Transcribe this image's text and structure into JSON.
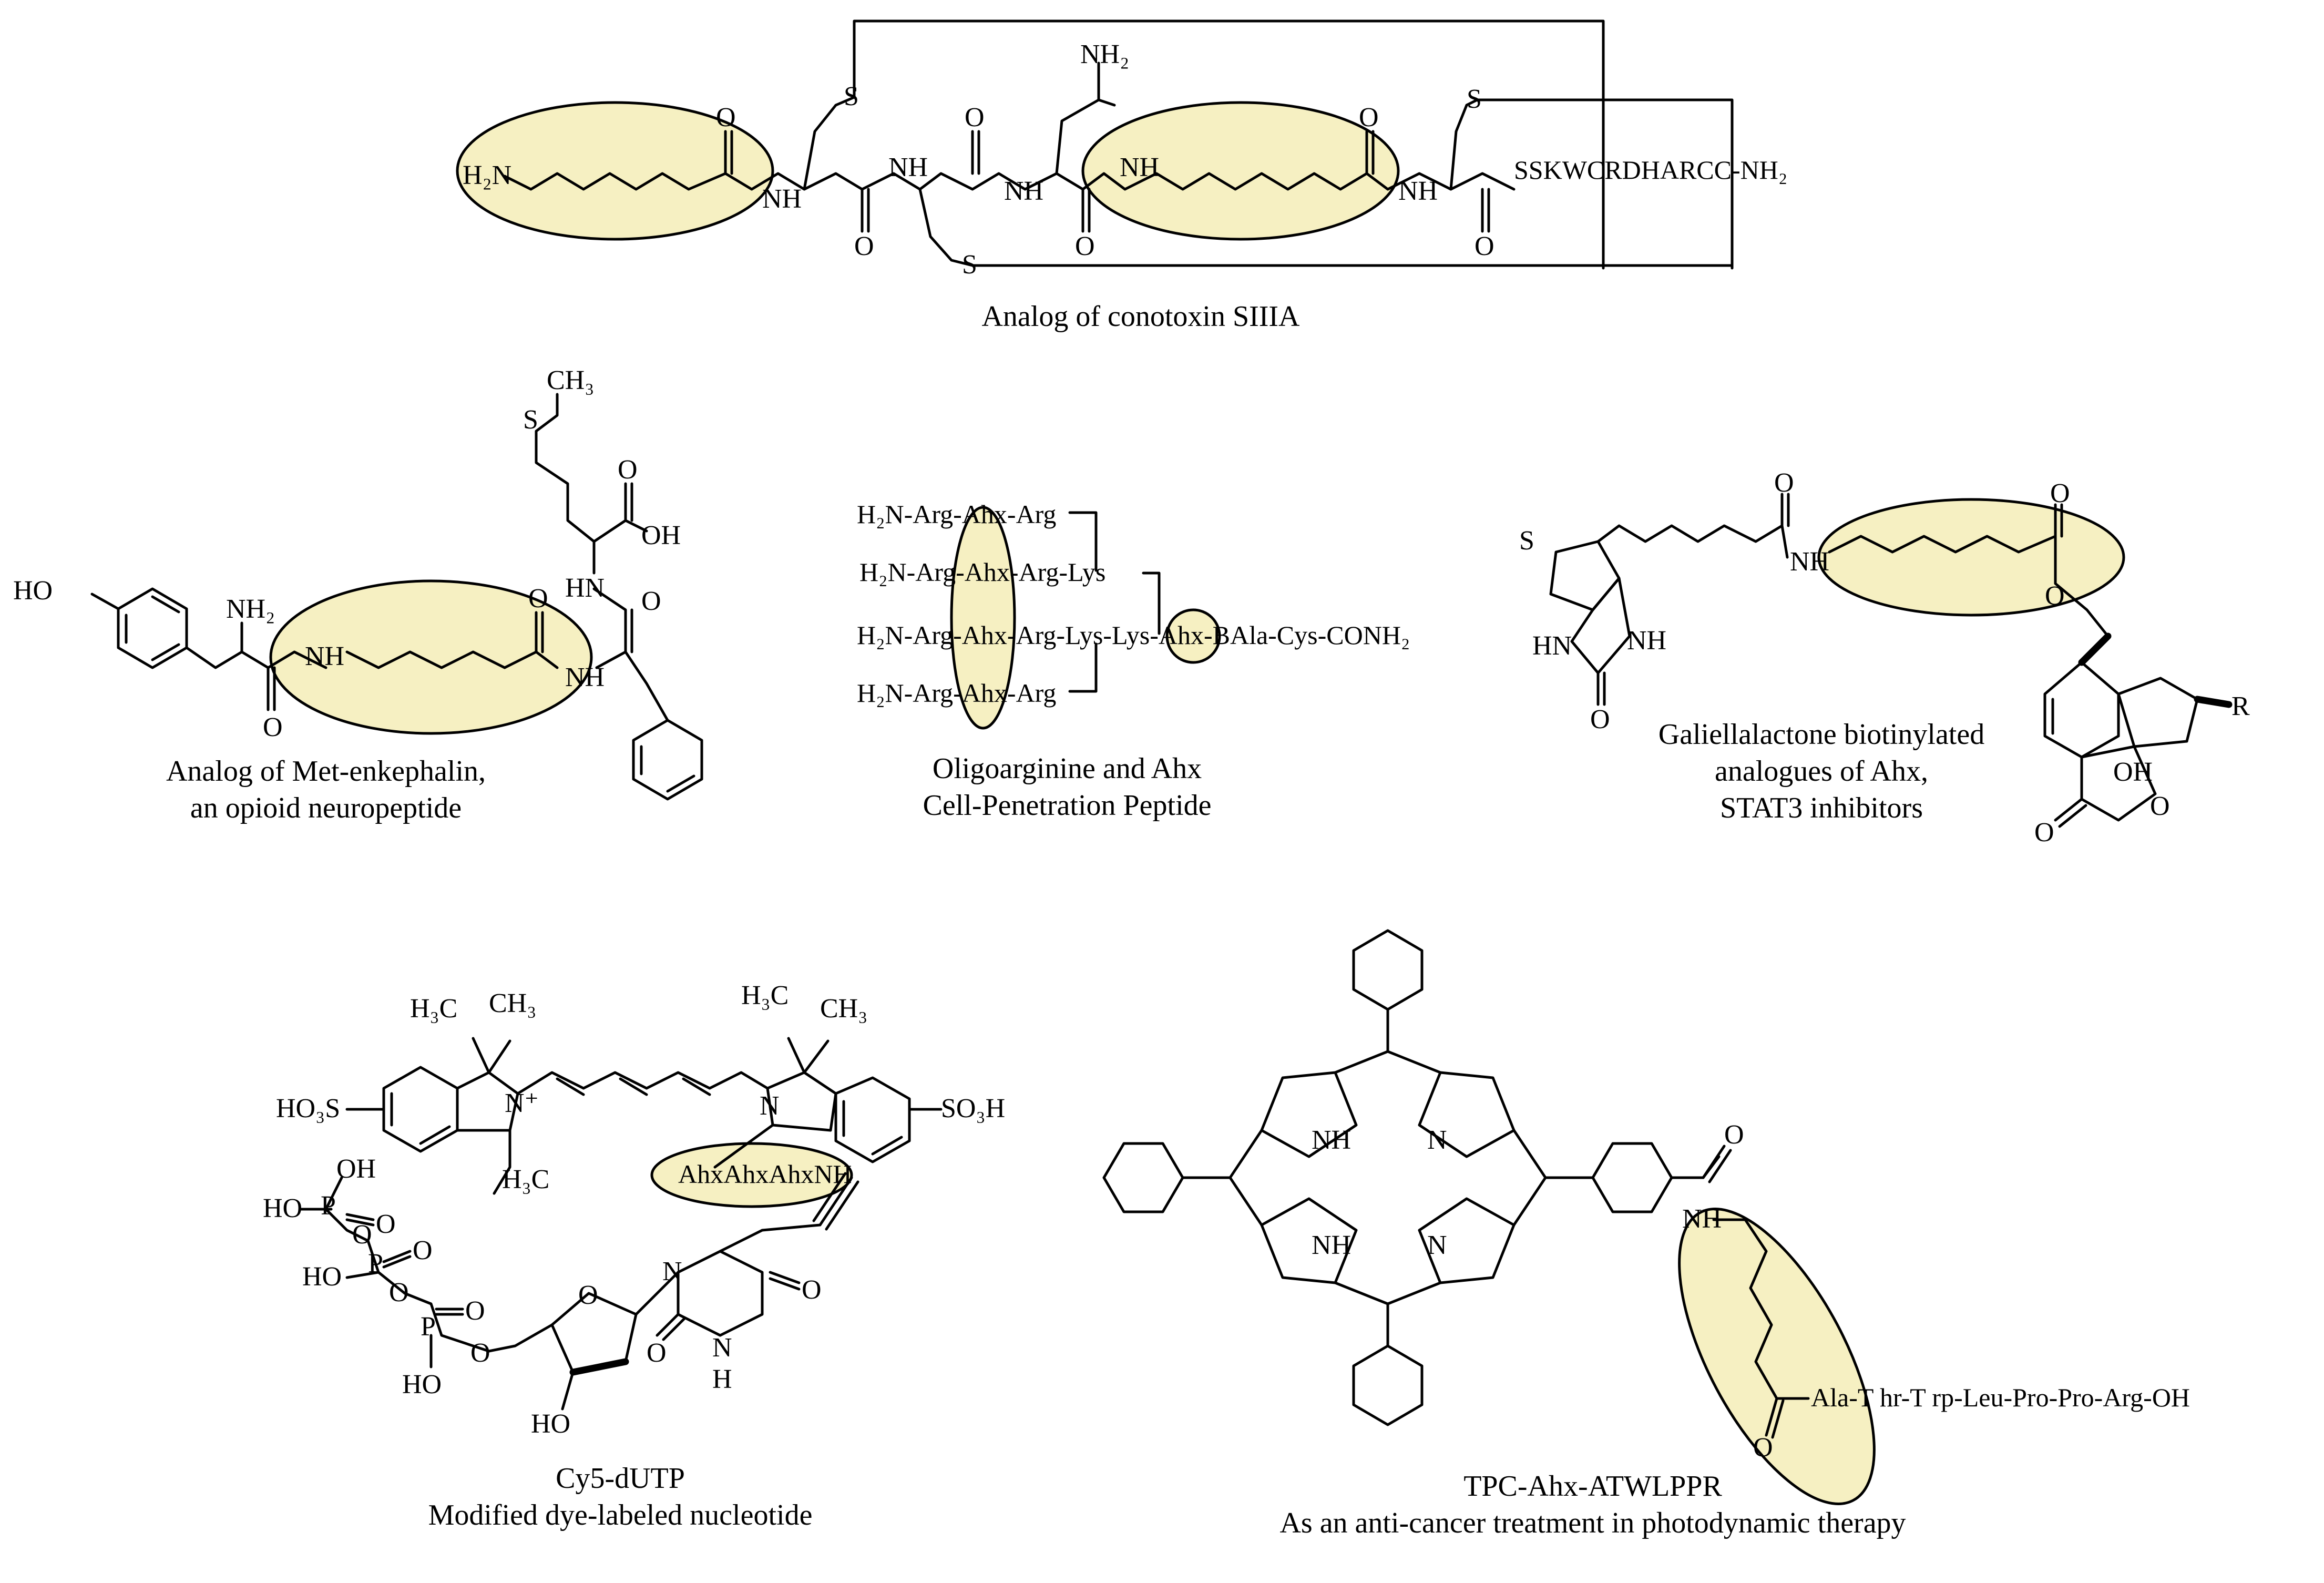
{
  "highlight_color": "#f6f0c2",
  "line_color": "#000000",
  "captions": {
    "conotoxin": "Analog of conotoxin SIIIA",
    "enkephalin_1": "Analog of  Met-enkephalin,",
    "enkephalin_2": "an opioid neuropeptide",
    "oligoarginine_1": "Oligoarginine and Ahx",
    "oligoarginine_2": "Cell-Penetration Peptide",
    "galiellalactone_1": "Galiellalactone biotinylated",
    "galiellalactone_2": "analogues of Ahx,",
    "galiellalactone_3": "STAT3  inhibitors",
    "cy5_1": "Cy5-dUTP",
    "cy5_2": "Modified dye-labeled  nucleotide",
    "tpc_1": "TPC-Ahx-ATWLPPR",
    "tpc_2": "As an anti-cancer  treatment  in photodynamic  therapy"
  },
  "labels": {
    "h2n": "H₂N",
    "nh2": "NH₂",
    "nh": "NH",
    "hn": "HN",
    "n": "N",
    "h": "H",
    "o": "O",
    "s": "S",
    "oh": "OH",
    "ho": "HO",
    "p": "P",
    "r": "R",
    "ch3": "CH₃",
    "h3c": "H₃C",
    "so3h": "SO₃H",
    "ho3s": "HO₃S",
    "n_plus": "N⁺",
    "conotoxin_tail": "SSKWCRDHARCC-NH₂",
    "cy5_linker": "AhxAhxAhxNH",
    "tpc_tail": "Ala-T hr-T rp-Leu-Pro-Pro-Arg-OH"
  },
  "oligo_rows": [
    "H₂N-Arg-Ahx-Arg",
    "H₂N-Arg-Ahx-Arg-Lys",
    "H₂N-Arg-Ahx-Arg-Lys-Lys-Ahx-BAla-Cys-CONH₂",
    "H₂N-Arg-Ahx-Arg"
  ]
}
